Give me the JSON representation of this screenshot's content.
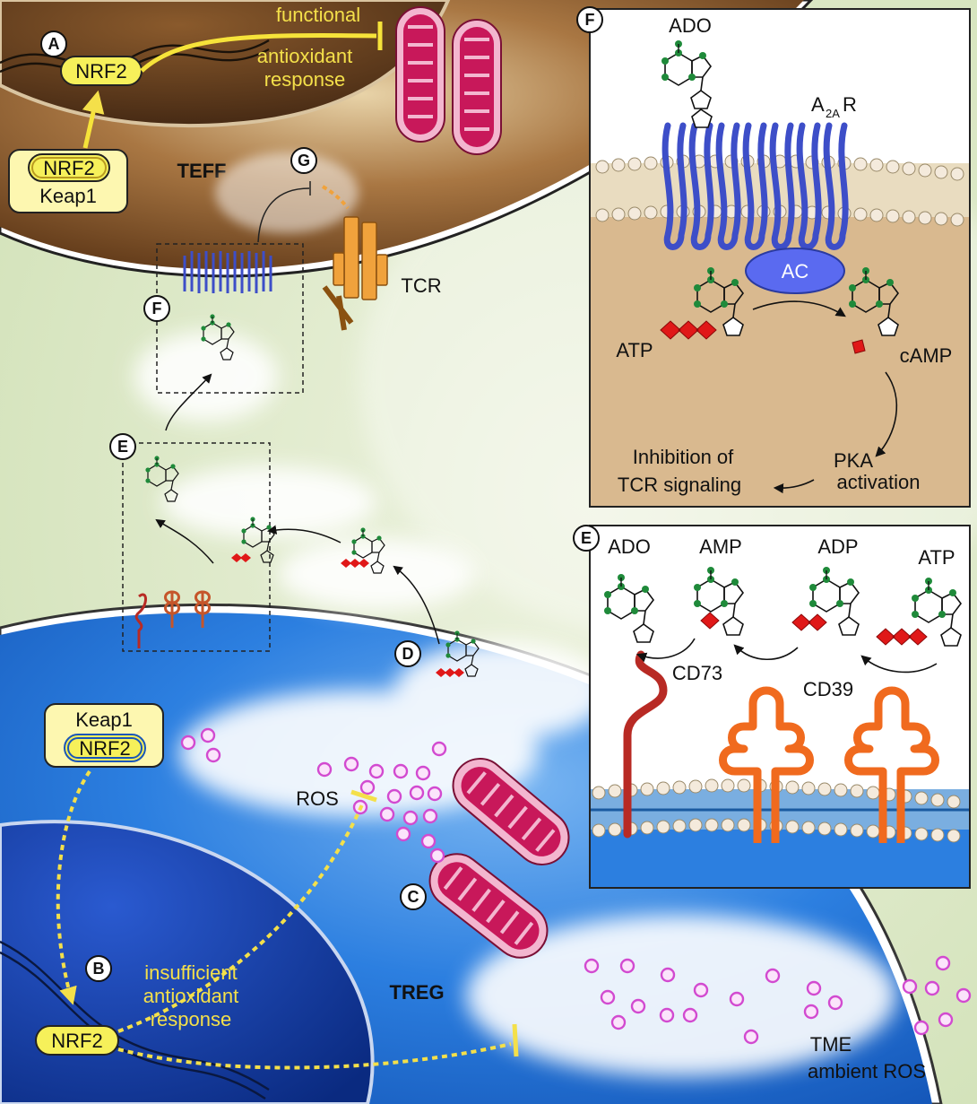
{
  "cells": {
    "teff": "TEFF",
    "treg": "TREG",
    "tme": [
      "TME",
      "ambient ROS"
    ]
  },
  "steps": {
    "A": "A",
    "B": "B",
    "C": "C",
    "D": "D",
    "E": "E",
    "F": "F",
    "G": "G"
  },
  "teff_panel": {
    "nrf2": "NRF2",
    "nrf2_complex": "NRF2",
    "keap1": "Keap1",
    "functional_response": [
      "functional",
      "antioxidant",
      "response"
    ],
    "tcr": "TCR"
  },
  "treg_panel": {
    "keap1": "Keap1",
    "nrf2_complex": "NRF2",
    "nrf2": "NRF2",
    "insufficient_response": [
      "insufficient",
      "antioxidant",
      "response"
    ],
    "ros": "ROS"
  },
  "inset_f": {
    "ado": "ADO",
    "receptor_main": "A",
    "receptor_sub": "2A",
    "receptor_tail": "R",
    "ac": "AC",
    "atp": "ATP",
    "camp": "cAMP",
    "pka": [
      "PKA",
      "activation"
    ],
    "inhibition": [
      "Inhibition of",
      "TCR signaling"
    ]
  },
  "inset_e": {
    "ado": "ADO",
    "amp": "AMP",
    "adp": "ADP",
    "atp": "ATP",
    "cd73": "CD73",
    "cd39": "CD39"
  },
  "colors": {
    "teff_cytoplasm": "#8a5a2c",
    "treg_cytoplasm": "#2c7fe0",
    "treg_nucleus": "#0e3fa8",
    "nrf2_fill": "#f6f05a",
    "inhibition_arrow": "#f4e04a",
    "mitochondria": "#c8185a",
    "ros_ring": "#e04ad2",
    "cd39": "#f06a1e",
    "cd73": "#b82a24",
    "a2ar": "#3d4ec8",
    "tcr": "#f0a23c",
    "phosphate": "#e01818"
  }
}
